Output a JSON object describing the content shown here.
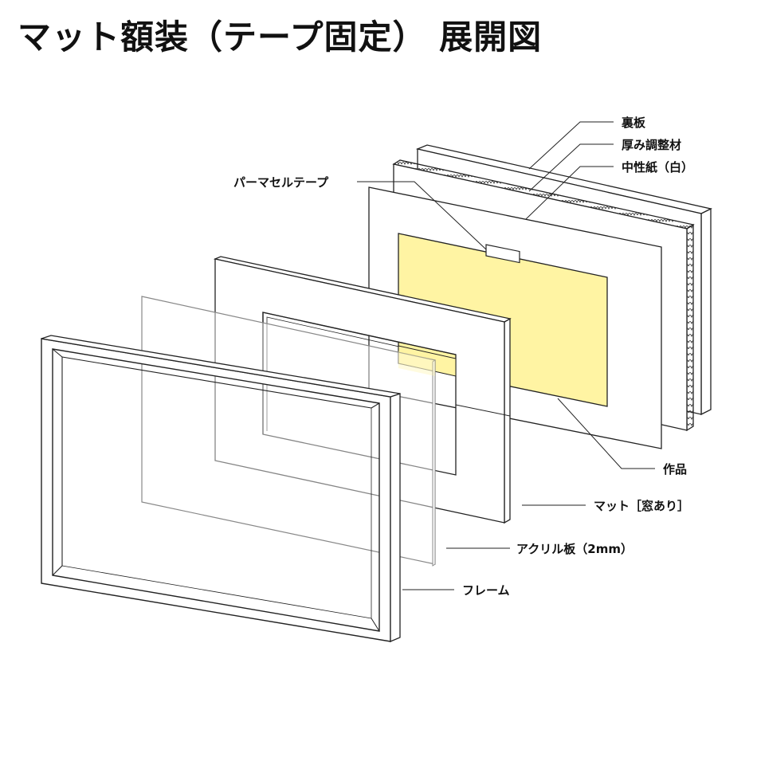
{
  "title": "マット額装（テープ固定） 展開図",
  "colors": {
    "line": "#222222",
    "artwork": "#fff4a3",
    "panel": "#ffffff"
  },
  "labels": {
    "back_board": "裏板",
    "thickness_adjuster": "厚み調整材",
    "neutral_paper": "中性紙（白）",
    "permacel_tape": "パーマセルテープ",
    "artwork": "作品",
    "mat": "マット［窓あり］",
    "acrylic": "アクリル板（2mm）",
    "frame": "フレーム"
  }
}
